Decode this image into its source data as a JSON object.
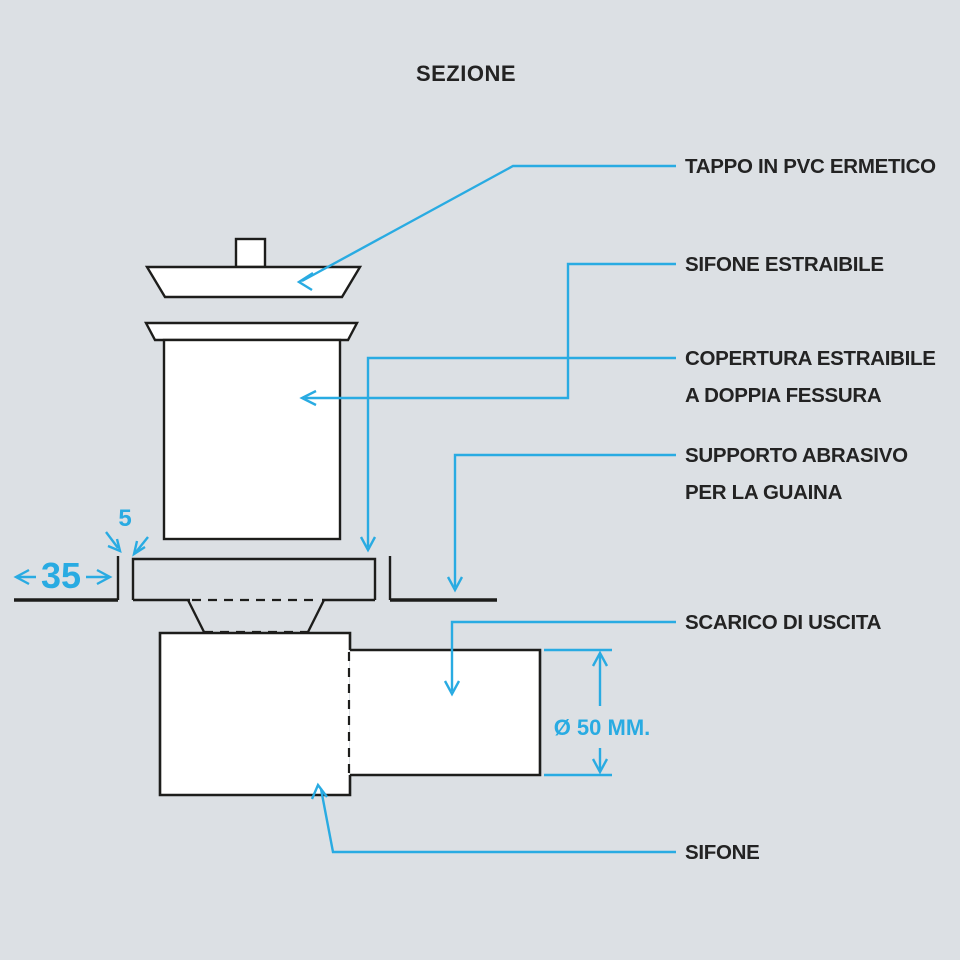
{
  "title": "SEZIONE",
  "colors": {
    "background": "#dce0e4",
    "line": "#1d1d1b",
    "accent": "#29abe2",
    "label": "#232323"
  },
  "callouts": {
    "tappo": "TAPPO IN PVC ERMETICO",
    "sifone_estraibile": "SIFONE ESTRAIBILE",
    "copertura_line1": "COPERTURA ESTRAIBILE",
    "copertura_line2": "A DOPPIA FESSURA",
    "supporto_line1": "SUPPORTO ABRASIVO",
    "supporto_line2": "PER LA GUAINA",
    "scarico": "SCARICO DI USCITA",
    "sifone": "SIFONE"
  },
  "dimensions": {
    "floor_width": "35",
    "slot_width": "5",
    "pipe_diameter": "Ø 50 MM."
  }
}
